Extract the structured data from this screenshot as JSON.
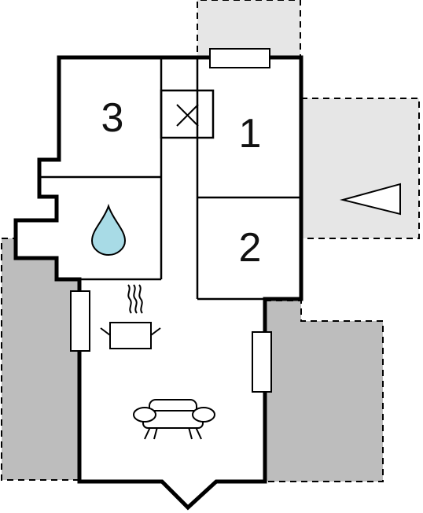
{
  "floor_plan": {
    "rooms": [
      {
        "id": "room-1",
        "label": "1",
        "type": "bedroom"
      },
      {
        "id": "room-2",
        "label": "2",
        "type": "bedroom"
      },
      {
        "id": "room-3",
        "label": "3",
        "type": "bedroom"
      }
    ],
    "outdoor_areas": [
      {
        "id": "terrace-top",
        "fill": "#e6e6e6"
      },
      {
        "id": "terrace-right",
        "fill": "#e6e6e6"
      },
      {
        "id": "garden-left",
        "fill": "#bdbdbd"
      },
      {
        "id": "garden-right",
        "fill": "#bdbdbd"
      }
    ],
    "icons": [
      {
        "id": "bathroom",
        "icon": "water-drop-icon",
        "color": "#a8dbe6"
      },
      {
        "id": "kitchen",
        "icon": "cooking-pot-icon"
      },
      {
        "id": "living",
        "icon": "sofa-icon"
      },
      {
        "id": "toilet",
        "icon": "toilet-cross-icon"
      },
      {
        "id": "entrance",
        "icon": "entrance-arrow-icon"
      }
    ],
    "colors": {
      "wall": "#000000",
      "light_outdoor": "#e6e6e6",
      "dark_outdoor": "#bdbdbd",
      "water": "#a8dbe6"
    }
  }
}
